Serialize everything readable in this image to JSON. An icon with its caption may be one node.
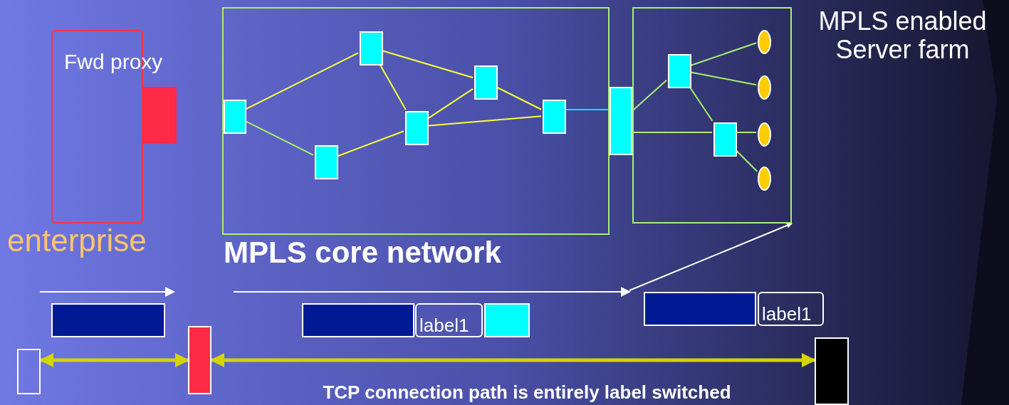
{
  "diagram": {
    "nodes": [
      {
        "text": [
          "Fwd proxy"
        ]
      },
      {
        "text": [],
        "shape": "box"
      },
      {
        "text": [],
        "shape": "box"
      },
      {
        "text": [],
        "shape": "box"
      },
      {
        "text": [],
        "shape": "box",
        "in": 2
      },
      {
        "text": [],
        "shape": "box",
        "in": 2
      },
      {
        "text": [],
        "shape": "box",
        "in": 2
      },
      {
        "text": [],
        "shape": "box",
        "in": 2
      },
      {
        "text": [],
        "shape": "box",
        "in": 2
      },
      {
        "text": [],
        "shape": "box",
        "in": 2
      },
      {
        "text": [],
        "shape": "box"
      },
      {
        "text": [],
        "shape": "box",
        "in": 3
      },
      {
        "text": [],
        "shape": "box",
        "in": 3
      },
      {
        "text": [],
        "shape": "circle",
        "in": 3
      },
      {
        "text": [],
        "shape": "circle",
        "in": 3
      },
      {
        "text": [],
        "shape": "circle",
        "in": 3
      },
      {
        "text": [],
        "shape": "circle",
        "in": 3
      },
      {
        "text": [],
        "shape": "box"
      },
      {
        "text": [],
        "shape": "box"
      },
      {
        "text": [
          "label1"
        ]
      },
      {
        "text": [],
        "shape": "box"
      },
      {
        "text": [],
        "shape": "box"
      },
      {
        "text": [
          "label1"
        ]
      },
      {
        "text": [],
        "shape": "box"
      },
      {
        "text": [],
        "shape": "box"
      },
      {
        "text": [],
        "shape": "box"
      }
    ],
    "edges": [
      {
        "from": 4,
        "to": 5,
        "arrow": "none",
        "color": "#ffff33"
      },
      {
        "from": 4,
        "to": 6,
        "arrow": "none"
      },
      {
        "from": 6,
        "to": 7,
        "arrow": "none",
        "color": "#ffff33"
      },
      {
        "from": 5,
        "to": 7,
        "arrow": "none",
        "color": "#ffff33"
      },
      {
        "from": 5,
        "to": 8,
        "arrow": "none",
        "color": "#ffff33"
      },
      {
        "from": 7,
        "to": 8,
        "arrow": "none",
        "color": "#ffff33"
      },
      {
        "from": 7,
        "to": 9,
        "arrow": "none",
        "color": "#ffff33"
      },
      {
        "from": 8,
        "to": 9,
        "arrow": "none",
        "color": "#ffff33"
      },
      {
        "from": 9,
        "to": 10,
        "arrow": "none",
        "color": "#00e5ff"
      },
      {
        "from": 10,
        "to": 11,
        "arrow": "none"
      },
      {
        "from": 10,
        "to": 12,
        "arrow": "none"
      },
      {
        "from": 11,
        "to": 13,
        "arrow": "none"
      },
      {
        "from": 11,
        "to": 14,
        "arrow": "none"
      },
      {
        "from": 11,
        "to": 12,
        "arrow": "none"
      },
      {
        "from": 12,
        "to": 15,
        "arrow": "none"
      },
      {
        "from": 12,
        "to": 16,
        "arrow": "none"
      },
      {
        "from": 23,
        "to": 24,
        "arrow": "both",
        "style": "thick",
        "color": "#d4d400"
      },
      {
        "from": 24,
        "to": 25,
        "arrow": "both",
        "style": "thick",
        "color": "#d4d400"
      },
      {
        "from": null,
        "to": 3,
        "arrow": "to",
        "color": "#ffffff"
      }
    ],
    "labels": [
      "MPLS enabled Server farm",
      "enterprise",
      "MPLS core network",
      "TCP connection path is entirely label switched"
    ]
  }
}
